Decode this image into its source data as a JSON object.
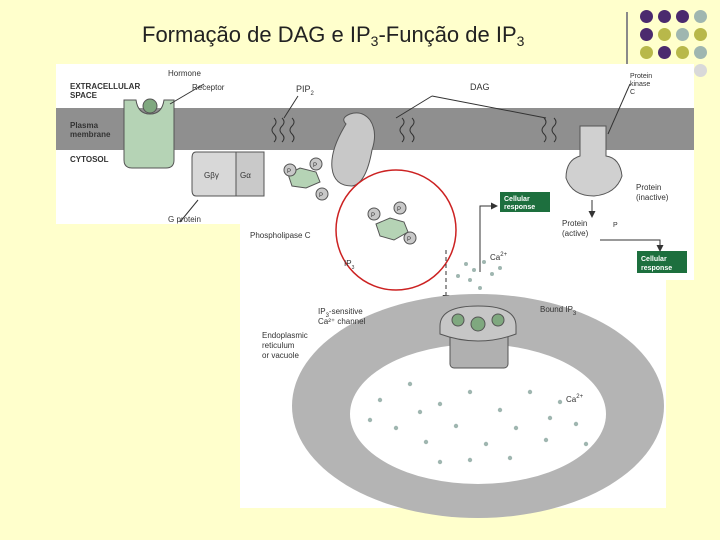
{
  "slide": {
    "title_main": "Formação de DAG e IP",
    "title_sub1": "3",
    "title_mid": "-Função de IP",
    "title_sub2": "3"
  },
  "colors": {
    "background": "#ffffcc",
    "membrane": "#8f8f8f",
    "receptor_green": "#b5d3b5",
    "cell_response_green": "#1d6f3e",
    "highlight_circle": "#cc2222",
    "dot_purple": "#4b2a6e",
    "dot_olive": "#b8b84a",
    "dot_gray": "#9fb6b0"
  },
  "diagram": {
    "labels": {
      "extracellular": "EXTRACELLULAR",
      "space": "SPACE",
      "plasma": "Plasma",
      "membrane": "membrane",
      "cytosol": "CYTOSOL",
      "hormone": "Hormone",
      "receptor": "Receptor",
      "pip2": "PIP",
      "pip2_sub": "2",
      "dag": "DAG",
      "pkc_1": "Protein",
      "pkc_2": "kinase",
      "pkc_3": "C",
      "gby": "Gβγ",
      "ga": "Gα",
      "g_protein": "G protein",
      "phospholipase": "Phospholipase C",
      "ip3": "IP",
      "ip3_sub": "3",
      "p": "P",
      "cell_resp_1": "Cellular",
      "cell_resp_2": "response",
      "protein_inactive_1": "Protein",
      "protein_inactive_2": "(inactive)",
      "protein_active_1": "Protein",
      "protein_active_2": "(active)",
      "ca_cyto": "Ca",
      "ca_sup": "2+",
      "bound_ip3": "Bound IP",
      "bound_ip3_sub": "3",
      "channel_1": "IP",
      "channel_1b": "-sensitive",
      "channel_2": "Ca²⁺ channel",
      "er_1": "Endoplasmic",
      "er_2": "reticulum",
      "er_3": "or vacuole",
      "ca_er": "Ca"
    }
  }
}
